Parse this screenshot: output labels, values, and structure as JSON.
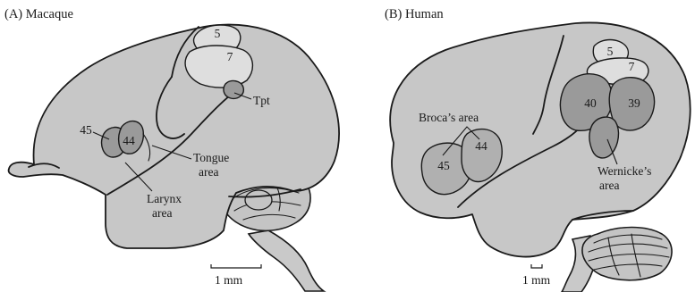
{
  "panels": {
    "macaque": {
      "title": "(A)  Macaque",
      "areas": {
        "a5": "5",
        "a7": "7",
        "tpt": "Tpt",
        "a45": "45",
        "a44": "44"
      },
      "labels": {
        "tongue_line1": "Tongue",
        "tongue_line2": "area",
        "larynx_line1": "Larynx",
        "larynx_line2": "area"
      },
      "scale": "1 mm"
    },
    "human": {
      "title": "(B)  Human",
      "areas": {
        "a5": "5",
        "a7": "7",
        "a40": "40",
        "a39": "39",
        "a45": "45",
        "a44": "44"
      },
      "labels": {
        "broca": "Broca’s area",
        "wernicke_line1": "Wernicke’s",
        "wernicke_line2": "area"
      },
      "scale": "1 mm"
    }
  },
  "colors": {
    "cortex": "#c7c7c7",
    "parietal_area": "#dedede",
    "language_area": "#9a9a9a",
    "outline": "#1a1a1a"
  }
}
